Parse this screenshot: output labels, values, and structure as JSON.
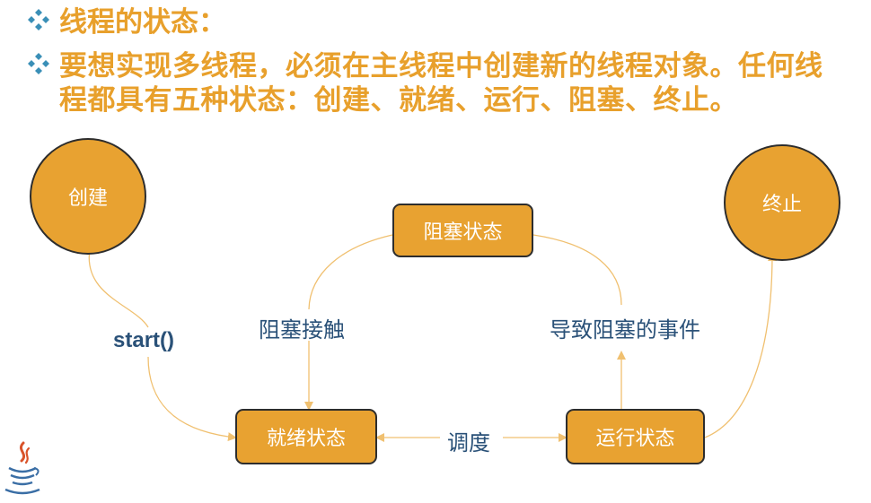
{
  "heading": {
    "line1": "线程的状态：",
    "line2": "要想实现多线程，必须在主线程中创建新的线程对象。任何线程都具有五种状态：创建、就绪、运行、阻塞、终止。"
  },
  "states": {
    "create": "创建",
    "terminate": "终止",
    "blocked": "阻塞状态",
    "ready": "就绪状态",
    "running": "运行状态"
  },
  "transitions": {
    "start": "start()",
    "unblock": "阻塞接触",
    "block_event": "导致阻塞的事件",
    "schedule": "调度"
  },
  "colors": {
    "accent": "#e8a231",
    "heading": "#e8a02c",
    "label": "#2a5178",
    "connector": "#f0c070"
  },
  "icons": {
    "bullet": "diamond-bullet-icon",
    "logo": "java-logo-icon"
  }
}
